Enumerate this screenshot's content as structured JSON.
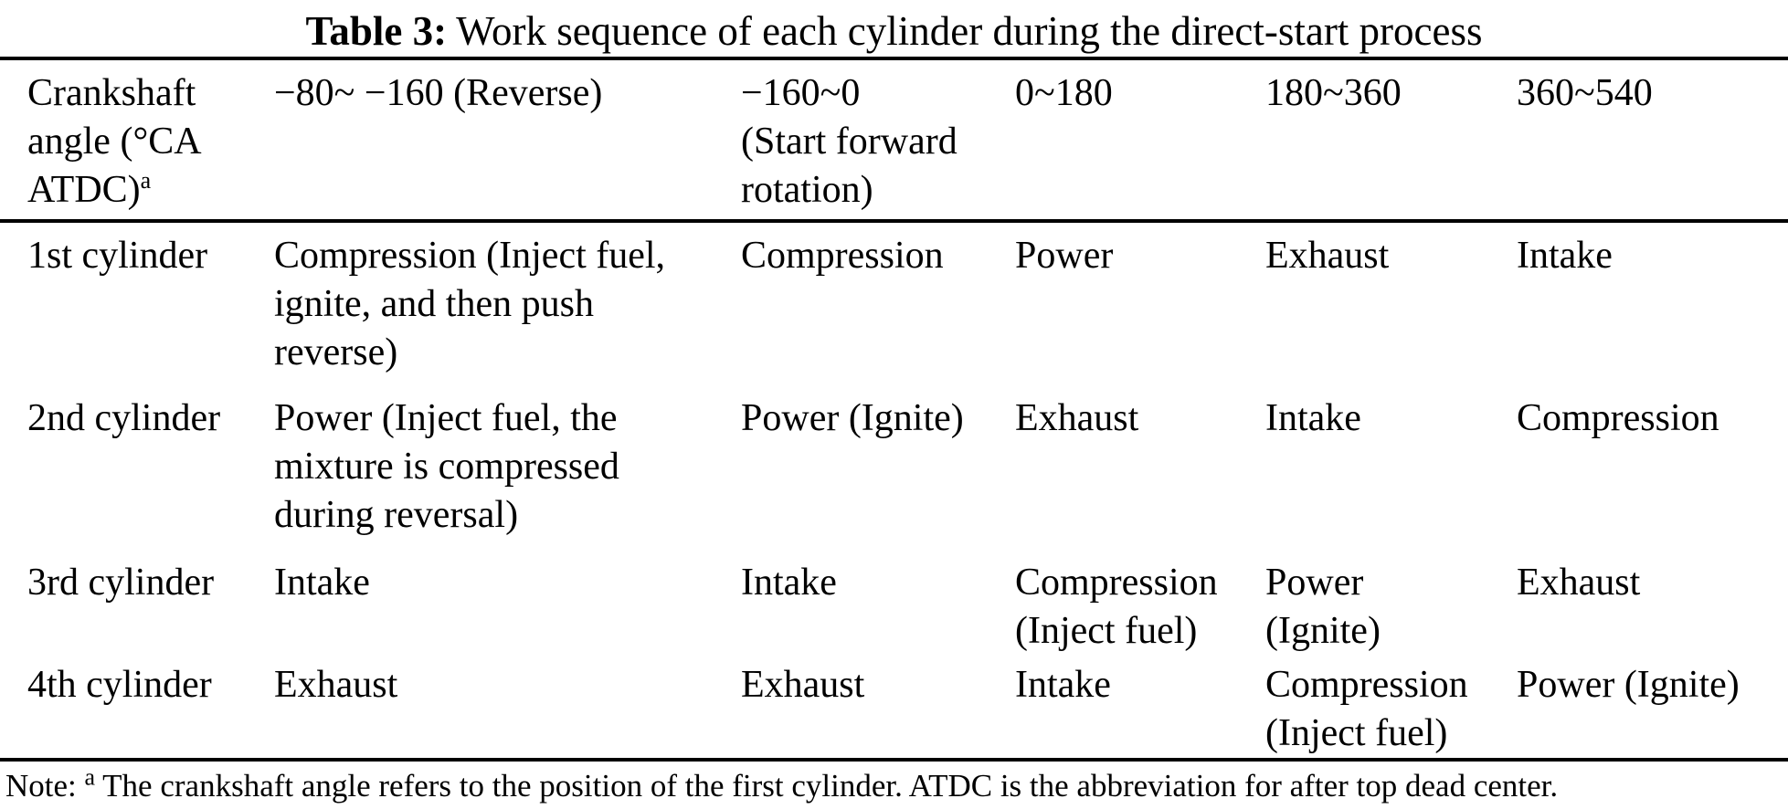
{
  "title": {
    "label": "Table 3:",
    "text": "Work sequence of each cylinder during the direct-start process"
  },
  "table": {
    "columns": [
      {
        "header": "Crankshaft\nangle (°CA\nATDC)",
        "superscript": "a"
      },
      {
        "header": "−80~ −160 (Reverse)"
      },
      {
        "header": "−160~0\n(Start forward\nrotation)"
      },
      {
        "header": "0~180"
      },
      {
        "header": "180~360"
      },
      {
        "header": "360~540"
      }
    ],
    "rows": [
      {
        "cells": [
          "1st cylinder",
          "Compression (Inject fuel,\nignite, and then push\nreverse)",
          "Compression",
          "Power",
          "Exhaust",
          "Intake"
        ]
      },
      {
        "cells": [
          "2nd cylinder",
          "Power (Inject fuel, the\nmixture is compressed\nduring reversal)",
          "Power (Ignite)",
          "Exhaust",
          "Intake",
          "Compression"
        ]
      },
      {
        "cells": [
          "3rd cylinder",
          "Intake",
          "Intake",
          "Compression\n(Inject fuel)",
          "Power\n(Ignite)",
          "Exhaust"
        ]
      },
      {
        "cells": [
          "4th cylinder",
          "Exhaust",
          "Exhaust",
          "Intake",
          "Compression\n(Inject fuel)",
          "Power (Ignite)"
        ]
      }
    ]
  },
  "note": {
    "prefix": "Note: ",
    "marker": "a",
    "text": " The crankshaft angle refers to the position of the first cylinder. ATDC is the abbreviation for after top dead center."
  },
  "colors": {
    "text": "#000000",
    "background": "#ffffff",
    "rule": "#000000"
  }
}
